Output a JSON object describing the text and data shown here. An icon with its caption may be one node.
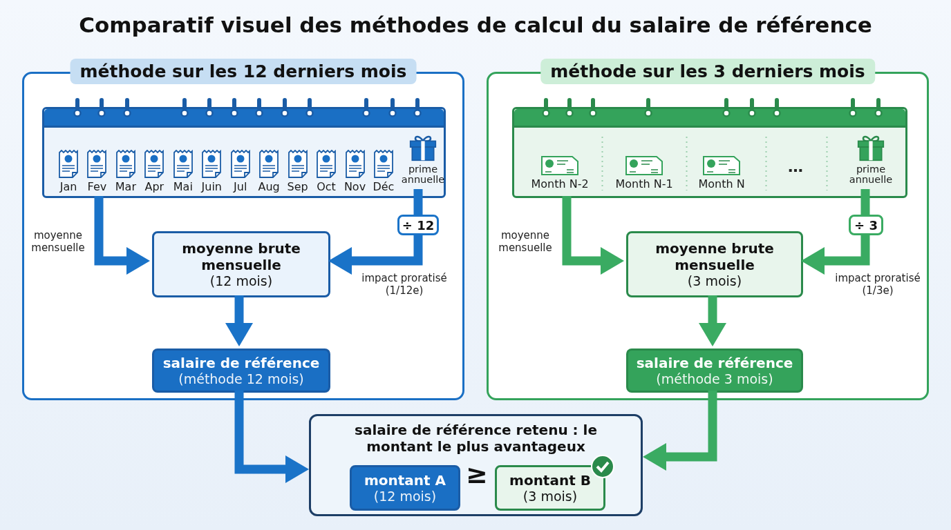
{
  "diagram": {
    "title": "Comparatif visuel des méthodes de calcul du salaire de référence",
    "nodes": [
      {
        "text": [
          "méthode sur les 12 derniers mois"
        ]
      },
      {
        "text": [],
        "shape": "box",
        "in": 0
      },
      {
        "text": [
          "Jan"
        ],
        "in": 1
      },
      {
        "text": [
          "Fev"
        ],
        "in": 1
      },
      {
        "text": [
          "Mar"
        ],
        "in": 1
      },
      {
        "text": [
          "Apr"
        ],
        "in": 1
      },
      {
        "text": [
          "Mai"
        ],
        "in": 1
      },
      {
        "text": [
          "Juin"
        ],
        "in": 1
      },
      {
        "text": [
          "Jul"
        ],
        "in": 1
      },
      {
        "text": [
          "Aug"
        ],
        "in": 1
      },
      {
        "text": [
          "Sep"
        ],
        "in": 1
      },
      {
        "text": [
          "Oct"
        ],
        "in": 1
      },
      {
        "text": [
          "Nov"
        ],
        "in": 1
      },
      {
        "text": [
          "Déc"
        ],
        "in": 1
      },
      {
        "text": [
          "prime annuelle"
        ],
        "in": 1
      },
      {
        "text": [
          "moyenne brute mensuelle",
          "(12 mois)"
        ],
        "in": 0
      },
      {
        "text": [
          "salaire de référence",
          "(méthode 12 mois)"
        ],
        "in": 0
      },
      {
        "text": [
          "méthode sur les 3 derniers mois"
        ]
      },
      {
        "text": [],
        "shape": "box",
        "in": 17
      },
      {
        "text": [
          "Month N-2"
        ],
        "in": 18
      },
      {
        "text": [
          "Month N-1"
        ],
        "in": 18
      },
      {
        "text": [
          "Month N"
        ],
        "in": 18
      },
      {
        "text": [
          "…"
        ],
        "in": 18
      },
      {
        "text": [
          "prime annuelle"
        ],
        "in": 18
      },
      {
        "text": [
          "moyenne brute mensuelle",
          "(3 mois)"
        ],
        "in": 17
      },
      {
        "text": [
          "salaire de référence",
          "(méthode 3 mois)"
        ],
        "in": 17
      },
      {
        "text": [
          "salaire de référence retenu : le montant le plus avantageux"
        ]
      },
      {
        "text": [
          "montant A",
          "(12 mois)"
        ],
        "in": 26
      },
      {
        "text": [
          "montant B",
          "(3 mois)"
        ],
        "in": 26
      }
    ],
    "edges": [
      {
        "from": 1,
        "to": 15,
        "arrow": "to",
        "label": "moyenne mensuelle",
        "color": "#1a73c8"
      },
      {
        "from": 14,
        "to": 15,
        "arrow": "to",
        "label": "÷ 12",
        "color": "#1a73c8"
      },
      {
        "from": 15,
        "to": 16,
        "arrow": "to",
        "color": "#1a73c8"
      },
      {
        "from": 16,
        "to": 26,
        "arrow": "to",
        "color": "#1a73c8"
      },
      {
        "from": 18,
        "to": 24,
        "arrow": "to",
        "label": "moyenne mensuelle",
        "color": "#3aab62"
      },
      {
        "from": 23,
        "to": 24,
        "arrow": "to",
        "label": "÷ 3",
        "color": "#3aab62"
      },
      {
        "from": 24,
        "to": 25,
        "arrow": "to",
        "color": "#3aab62"
      },
      {
        "from": 25,
        "to": 26,
        "arrow": "to",
        "color": "#3aab62"
      }
    ],
    "labels": [
      "impact proratisé (1/12e)",
      "impact proratisé (1/3e)",
      "≥"
    ]
  }
}
